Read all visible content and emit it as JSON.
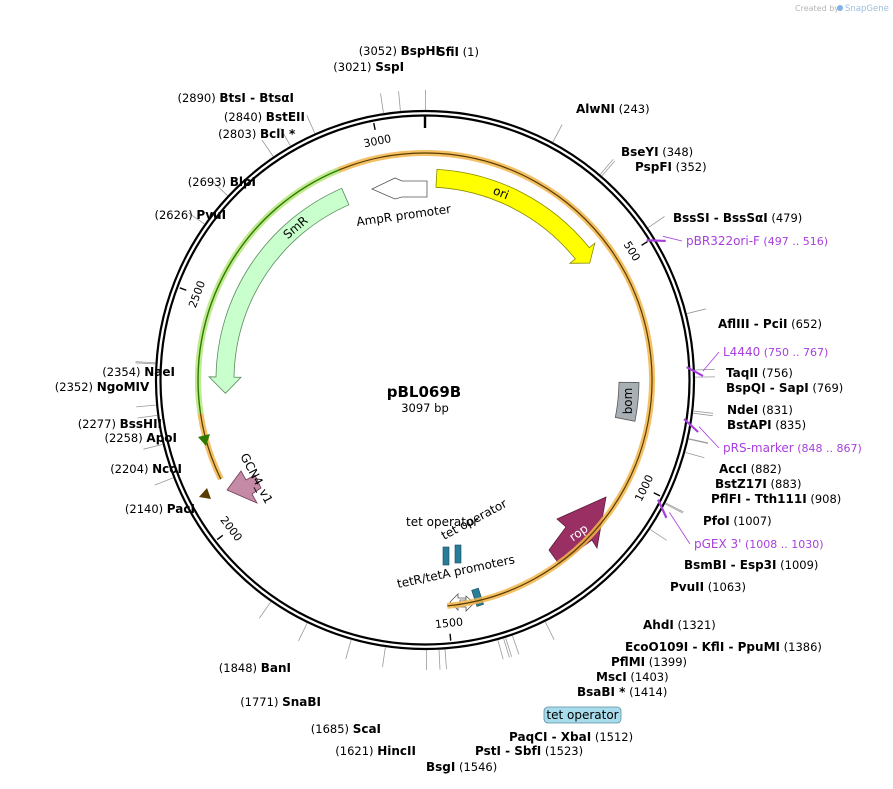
{
  "credit": {
    "text": "Created by",
    "brand": "SnapGene"
  },
  "plasmid": {
    "name": "pBL069B",
    "size_text": "3097 bp",
    "length": 3097
  },
  "tick_labels": [
    {
      "value": 500,
      "text": "500"
    },
    {
      "value": 1000,
      "text": "1000"
    },
    {
      "value": 1500,
      "text": "1500"
    },
    {
      "value": 2000,
      "text": "2000"
    },
    {
      "value": 2500,
      "text": "2500"
    },
    {
      "value": 3000,
      "text": "3000"
    }
  ],
  "sites": [
    {
      "id": "sfii",
      "parts": [
        [
          "SfiI",
          1
        ]
      ]
    },
    {
      "id": "alwni",
      "parts": [
        [
          "AlwNI",
          243
        ]
      ]
    },
    {
      "id": "bseyi",
      "parts": [
        [
          "BseYI",
          348
        ]
      ]
    },
    {
      "id": "pspfi",
      "parts": [
        [
          "PspFI",
          352
        ]
      ]
    },
    {
      "id": "bsssi",
      "parts": [
        [
          "BssSI",
          ""
        ],
        [
          "BssSαI",
          479
        ]
      ]
    },
    {
      "id": "afliii",
      "parts": [
        [
          "AflIII",
          ""
        ],
        [
          "PciI",
          652
        ]
      ]
    },
    {
      "id": "taqii",
      "parts": [
        [
          "TaqII",
          756
        ]
      ]
    },
    {
      "id": "bspqi",
      "parts": [
        [
          "BspQI",
          ""
        ],
        [
          "SapI",
          769
        ]
      ]
    },
    {
      "id": "ndei",
      "parts": [
        [
          "NdeI",
          831
        ]
      ]
    },
    {
      "id": "bstapi",
      "parts": [
        [
          "BstAPI",
          835
        ]
      ]
    },
    {
      "id": "acci",
      "parts": [
        [
          "AccI",
          882
        ]
      ]
    },
    {
      "id": "bstz17i",
      "parts": [
        [
          "BstZ17I",
          883
        ]
      ]
    },
    {
      "id": "pflfi",
      "parts": [
        [
          "PflFI",
          ""
        ],
        [
          "Tth111I",
          908
        ]
      ]
    },
    {
      "id": "pfoi",
      "parts": [
        [
          "PfoI",
          1007
        ]
      ]
    },
    {
      "id": "bsmbi",
      "parts": [
        [
          "BsmBI",
          ""
        ],
        [
          "Esp3I",
          1009
        ]
      ]
    },
    {
      "id": "pvuii",
      "parts": [
        [
          "PvuII",
          1063
        ]
      ]
    },
    {
      "id": "ahdi",
      "parts": [
        [
          "AhdI",
          1321
        ]
      ]
    },
    {
      "id": "ecoo109i",
      "parts": [
        [
          "EcoO109I",
          ""
        ],
        [
          "KflI",
          ""
        ],
        [
          "PpuMI",
          1386
        ]
      ]
    },
    {
      "id": "pflmi",
      "parts": [
        [
          "PflMI",
          1399
        ]
      ]
    },
    {
      "id": "msci",
      "parts": [
        [
          "MscI",
          1403
        ]
      ]
    },
    {
      "id": "bsabi",
      "parts": [
        [
          "BsaBI *",
          1414
        ]
      ]
    },
    {
      "id": "paqci",
      "parts": [
        [
          "PaqCI",
          ""
        ],
        [
          "XbaI",
          1512
        ]
      ]
    },
    {
      "id": "psti",
      "parts": [
        [
          "PstI",
          ""
        ],
        [
          "SbfI",
          1523
        ]
      ]
    },
    {
      "id": "bsgi",
      "parts": [
        [
          "BsgI",
          1546
        ]
      ]
    },
    {
      "id": "hincii",
      "parts": [
        [
          "HincII",
          1621
        ]
      ]
    },
    {
      "id": "scai",
      "parts": [
        [
          "ScaI",
          1685
        ]
      ]
    },
    {
      "id": "snabi",
      "parts": [
        [
          "SnaBI",
          1771
        ]
      ]
    },
    {
      "id": "bani",
      "parts": [
        [
          "BanI",
          1848
        ]
      ]
    },
    {
      "id": "paci",
      "parts": [
        [
          "PacI",
          2140
        ]
      ]
    },
    {
      "id": "ncoi",
      "parts": [
        [
          "NcoI",
          2204
        ]
      ]
    },
    {
      "id": "apoi",
      "parts": [
        [
          "ApoI",
          2258
        ]
      ]
    },
    {
      "id": "bsshii",
      "parts": [
        [
          "BssHII",
          2277
        ]
      ]
    },
    {
      "id": "ngomiv",
      "parts": [
        [
          "NgoMIV",
          2352
        ]
      ]
    },
    {
      "id": "naei",
      "parts": [
        [
          "NaeI",
          2354
        ]
      ]
    },
    {
      "id": "pvui",
      "parts": [
        [
          "PvuI",
          2626
        ]
      ]
    },
    {
      "id": "blpi",
      "parts": [
        [
          "BlpI",
          2693
        ]
      ]
    },
    {
      "id": "bcli",
      "parts": [
        [
          "BclI *",
          2803
        ]
      ]
    },
    {
      "id": "bsteii",
      "parts": [
        [
          "BstEII",
          2840
        ]
      ]
    },
    {
      "id": "btsi",
      "parts": [
        [
          "BtsI",
          ""
        ],
        [
          "BtsαI",
          2890
        ]
      ]
    },
    {
      "id": "sspi",
      "parts": [
        [
          "SspI",
          3021
        ]
      ]
    },
    {
      "id": "bsphi",
      "parts": [
        [
          "BspHI",
          3052
        ]
      ]
    }
  ],
  "primers": [
    {
      "id": "pbr322ori-f",
      "name": "pBR322ori-F",
      "range": "(497 .. 516)",
      "start": 497,
      "end": 516
    },
    {
      "id": "l4440",
      "name": "L4440",
      "range": "(750 .. 767)",
      "start": 750,
      "end": 767
    },
    {
      "id": "prs-marker",
      "name": "pRS-marker",
      "range": "(848 .. 867)",
      "start": 848,
      "end": 867
    },
    {
      "id": "pgex-3",
      "name": "pGEX 3'",
      "range": "(1008 .. 1030)",
      "start": 1008,
      "end": 1030
    }
  ],
  "features": [
    {
      "id": "ori",
      "name": "ori",
      "color": "#ffff00"
    },
    {
      "id": "bom",
      "name": "bom",
      "color": "#a9b0b5"
    },
    {
      "id": "rop",
      "name": "rop",
      "color": "#9a2f63"
    },
    {
      "id": "tet-operator-1",
      "name": "tet operator",
      "color": "#2a7d99"
    },
    {
      "id": "tet-operator-2",
      "name": "tet operator",
      "color": "#2a7d99"
    },
    {
      "id": "tet-operator-3",
      "name": "tet operator",
      "color": "#2a7d99"
    },
    {
      "id": "tetr-teta-promoters",
      "name": "tetR/tetA promoters",
      "color": "#ffffff"
    },
    {
      "id": "gcn4-v1",
      "name": "GCN4_v1",
      "color": "#c58aa6"
    },
    {
      "id": "smr",
      "name": "SmR",
      "color": "#c8ffcc"
    },
    {
      "id": "ampr-promoter",
      "name": "AmpR promoter",
      "color": "#ffffff"
    }
  ],
  "colors": {
    "backbone": "#000000",
    "primer": "#a83fdc",
    "smr_highlight": "#2f7a00",
    "orange_highlight": "#f2b54a",
    "tag_fill": "#a8dcec"
  }
}
